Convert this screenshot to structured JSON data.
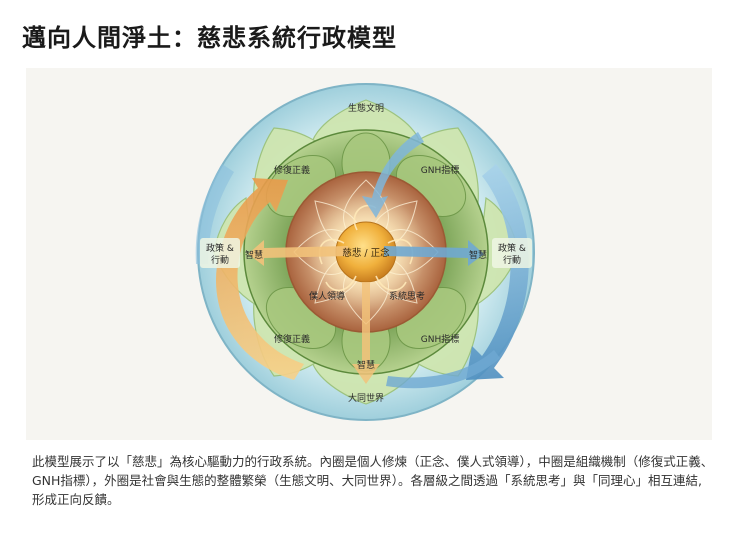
{
  "title": "邁向人間淨土：慈悲系統行政模型",
  "diagram": {
    "core_label": "慈悲 / 正念",
    "inner_labels": {
      "servant_leadership": "僕人領導",
      "systems_thinking": "系統思考"
    },
    "middle_labels": {
      "restorative_justice_top": "修復正義",
      "gnh_top": "GNH指標",
      "restorative_justice_bottom": "修復正義",
      "gnh_bottom": "GNH指標"
    },
    "outer_labels": {
      "eco_civilization": "生態文明",
      "great_unity": "大同世界"
    },
    "side_labels": {
      "policy_left_line1": "政策 &",
      "policy_left_line2": "行動",
      "policy_right_line1": "政策 &",
      "policy_right_line2": "行動"
    },
    "wisdom_labels": {
      "left": "智慧",
      "right": "智慧",
      "bottom": "智慧"
    },
    "colors": {
      "outer_ring": "#bfe1e8",
      "middle_ring": "#8fb56a",
      "inner_ring": "#c98a5c",
      "core": "#e8a93a",
      "arrow_orange": "#f0b060",
      "arrow_blue": "#6aa7cf"
    }
  },
  "caption": {
    "line1": "此模型展示了以「慈悲」為核心驅動力的行政系統。內圈是個人修煉（正念、僕人式領導），中圈是組織機制（修復式正義、",
    "line2": "GNH指標），外圈是社會與生態的整體繁榮（生態文明、大同世界）。各層級之間透過「系統思考」與「同理心」相互連結,",
    "line3": "形成正向反饋。"
  }
}
